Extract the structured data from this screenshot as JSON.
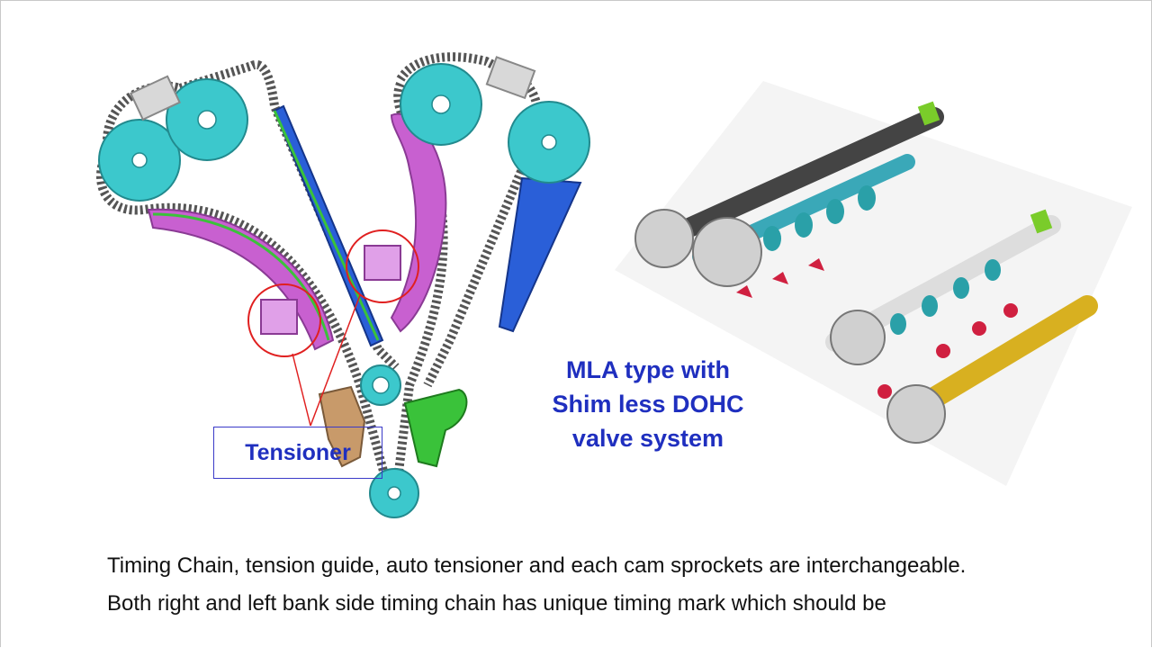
{
  "captions": {
    "mla": [
      "MLA type with",
      "Shim less DOHC",
      "valve system"
    ],
    "tensioner": "Tensioner"
  },
  "body": {
    "p1": "Timing Chain, tension guide, auto tensioner and each cam sprockets are interchangeable.",
    "p2": "Both right and left bank side timing chain has unique timing mark which should be"
  },
  "colors": {
    "sprocket": "#3cc8cc",
    "guide": "#c860d0",
    "chain_guide_blue": "#2a5fd8",
    "green_part": "#3ac23a",
    "bracket": "#c89a6a",
    "caption_blue": "#1f2fbf",
    "callout_red": "#e02020"
  },
  "icons": [
    "timing-chain-diagram",
    "camshaft-assembly-diagram"
  ]
}
